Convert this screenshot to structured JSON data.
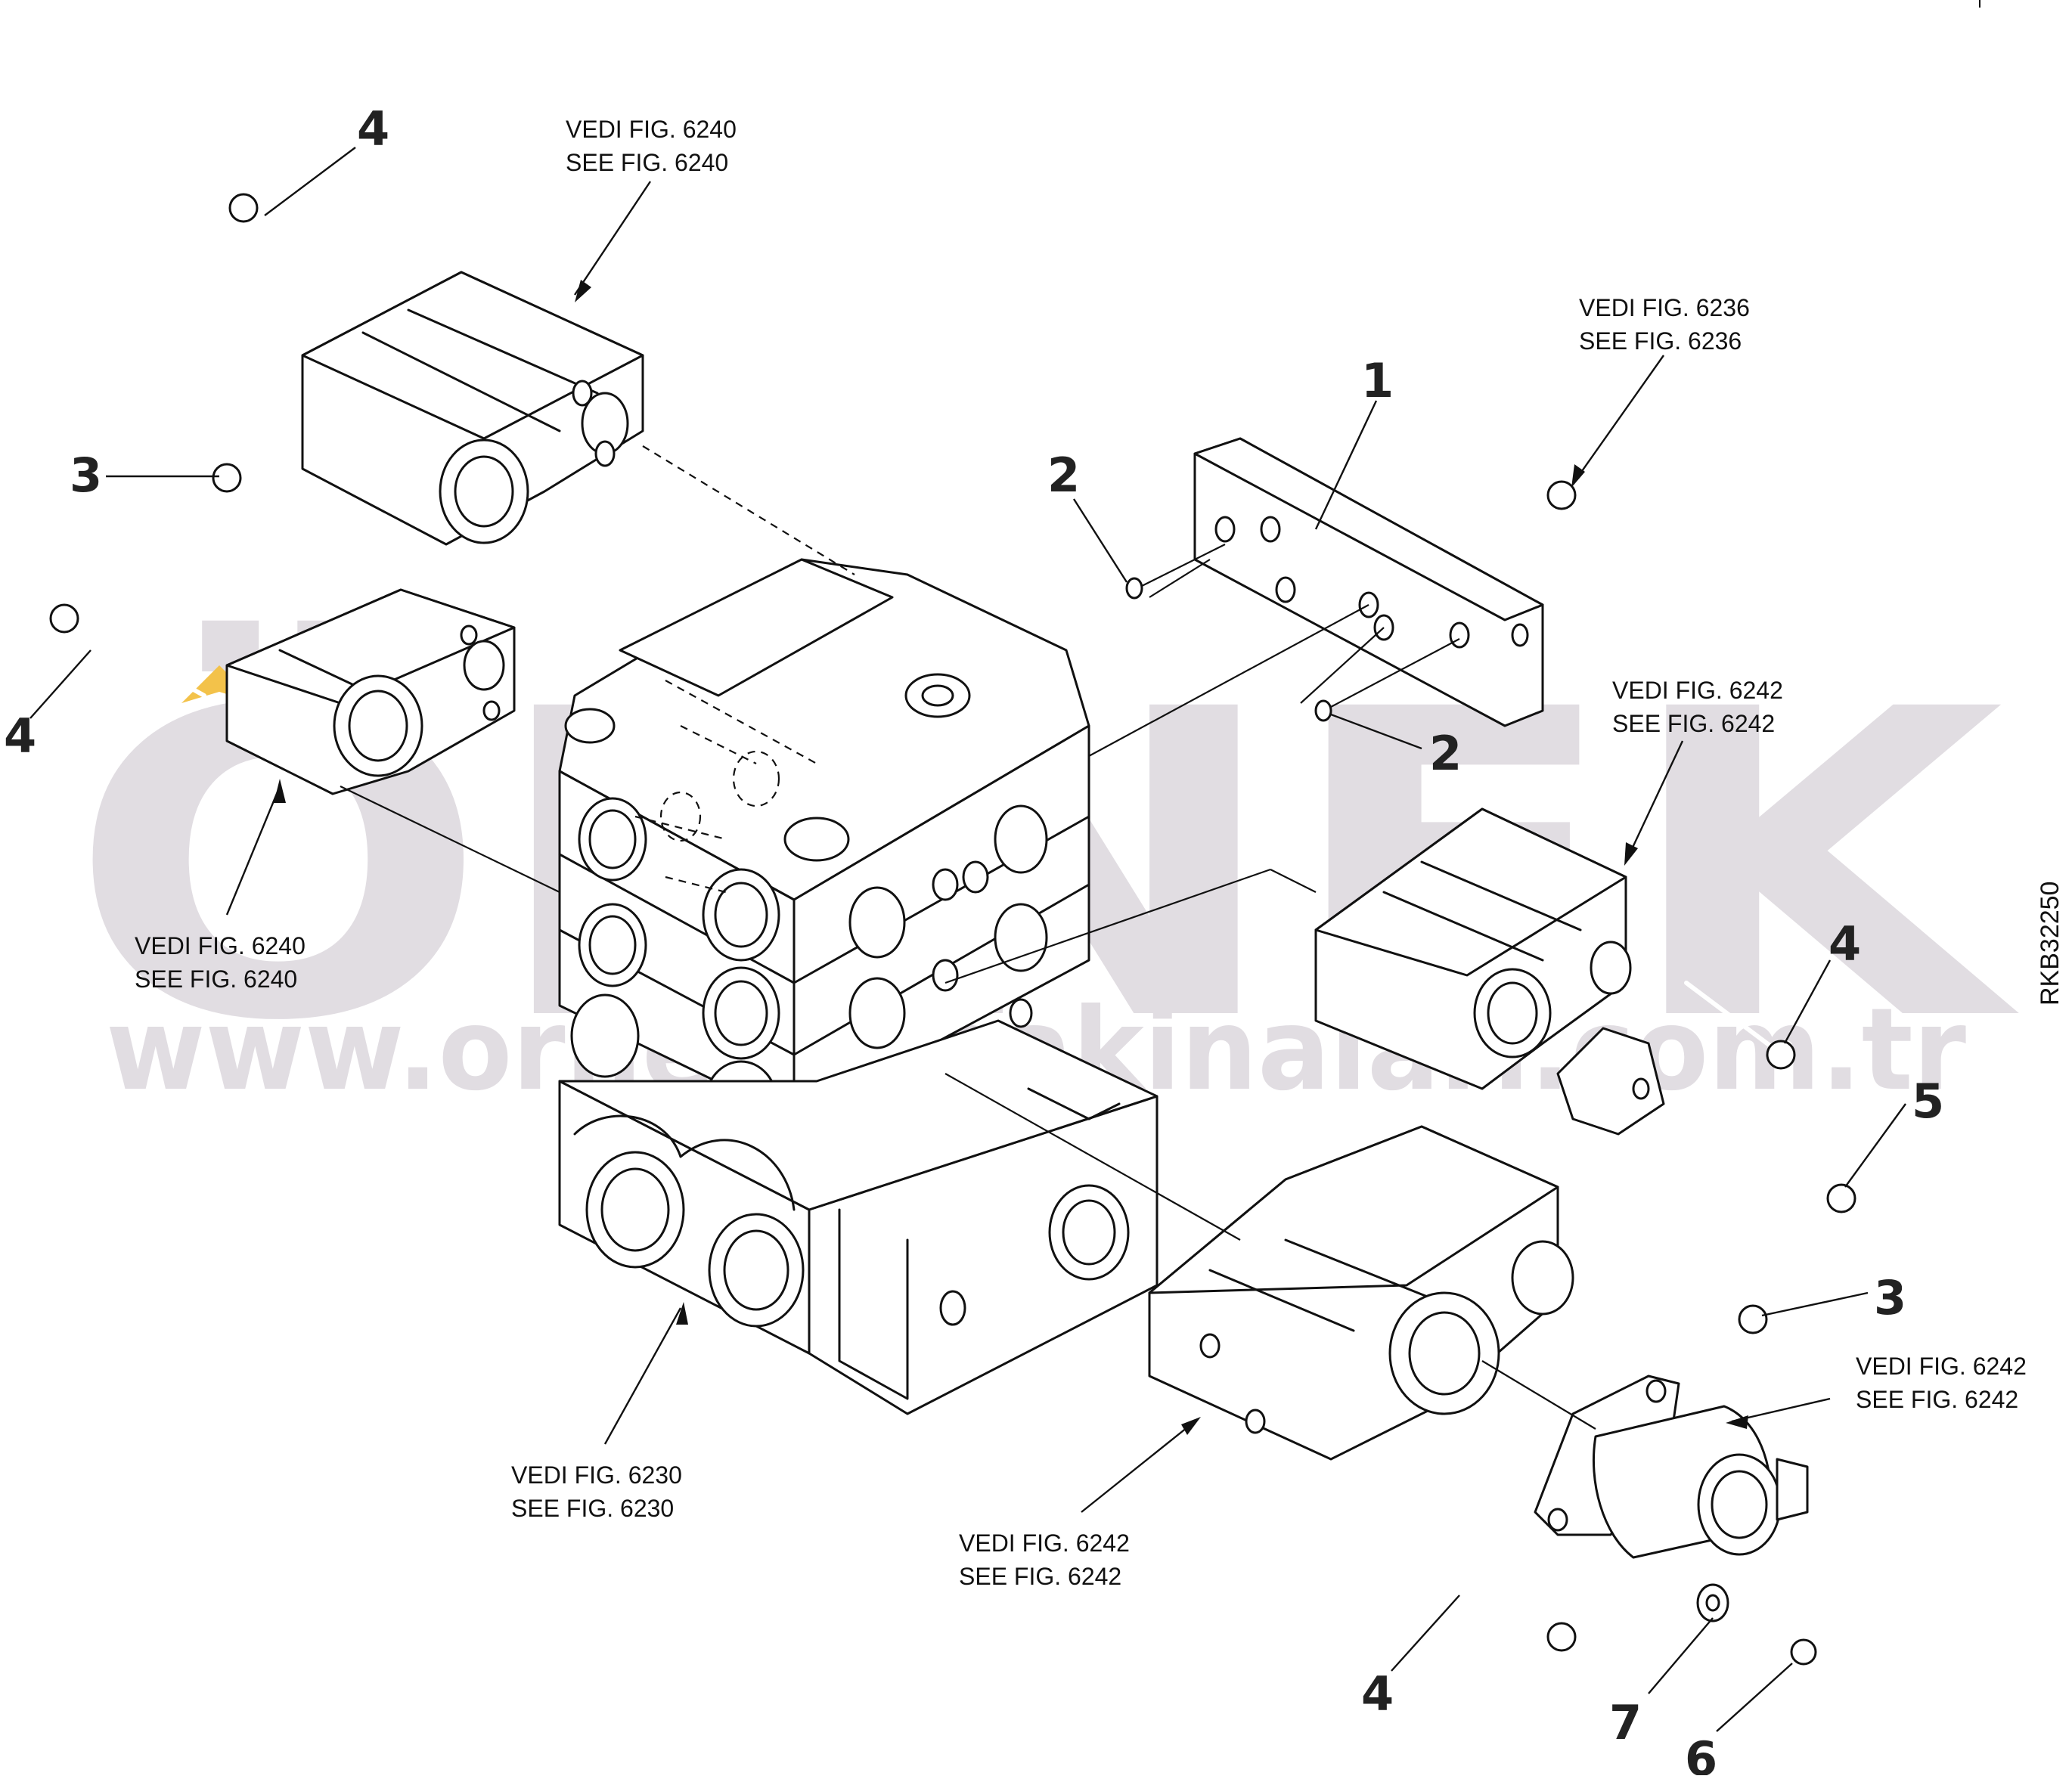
{
  "watermark": {
    "brand": "ÖRNEK",
    "url": "www.ornekismakinalari.com.tr",
    "color": "#e1dde2",
    "accent": "#f3c24a"
  },
  "drawing_code": "RKB32250",
  "figure_refs": [
    {
      "id": "ref-6240-top",
      "it": "VEDI FIG. 6240",
      "en": "SEE FIG. 6240"
    },
    {
      "id": "ref-6236",
      "it": "VEDI FIG. 6236",
      "en": "SEE FIG. 6236"
    },
    {
      "id": "ref-6240-left",
      "it": "VEDI FIG. 6240",
      "en": "SEE FIG. 6240"
    },
    {
      "id": "ref-6242-right",
      "it": "VEDI FIG. 6242",
      "en": "SEE FIG. 6242"
    },
    {
      "id": "ref-6242-solenoid",
      "it": "VEDI FIG. 6242",
      "en": "SEE FIG. 6242"
    },
    {
      "id": "ref-6230",
      "it": "VEDI FIG. 6230",
      "en": "SEE FIG. 6230"
    },
    {
      "id": "ref-6242-bottom",
      "it": "VEDI FIG. 6242",
      "en": "SEE FIG. 6242"
    }
  ],
  "callouts": [
    "4",
    "3",
    "4",
    "1",
    "2",
    "2",
    "4",
    "5",
    "3",
    "4",
    "7",
    "6"
  ]
}
